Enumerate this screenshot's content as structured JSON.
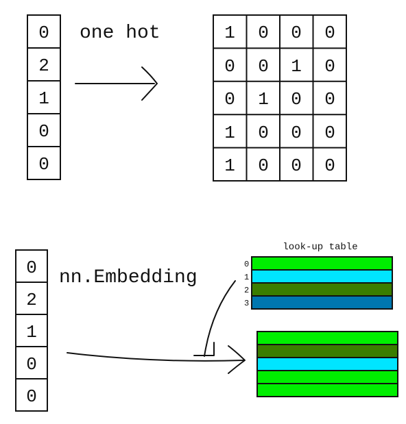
{
  "one_hot": {
    "input_vector": [
      "0",
      "2",
      "1",
      "0",
      "0"
    ],
    "label": "one hot",
    "matrix": [
      [
        "1",
        "0",
        "0",
        "0"
      ],
      [
        "0",
        "0",
        "1",
        "0"
      ],
      [
        "0",
        "1",
        "0",
        "0"
      ],
      [
        "1",
        "0",
        "0",
        "0"
      ],
      [
        "1",
        "0",
        "0",
        "0"
      ]
    ]
  },
  "embedding": {
    "input_vector": [
      "0",
      "2",
      "1",
      "0",
      "0"
    ],
    "label": "nn.Embedding",
    "lookup_title": "look-up table",
    "lookup_indices": [
      "0",
      "1",
      "2",
      "3"
    ],
    "lookup_colors": [
      "#00ee00",
      "#00e5ff",
      "#3a7d00",
      "#0077b0"
    ],
    "output_colors": [
      "#00ee00",
      "#3a7d00",
      "#00e5ff",
      "#00ee00",
      "#00ee00"
    ]
  }
}
